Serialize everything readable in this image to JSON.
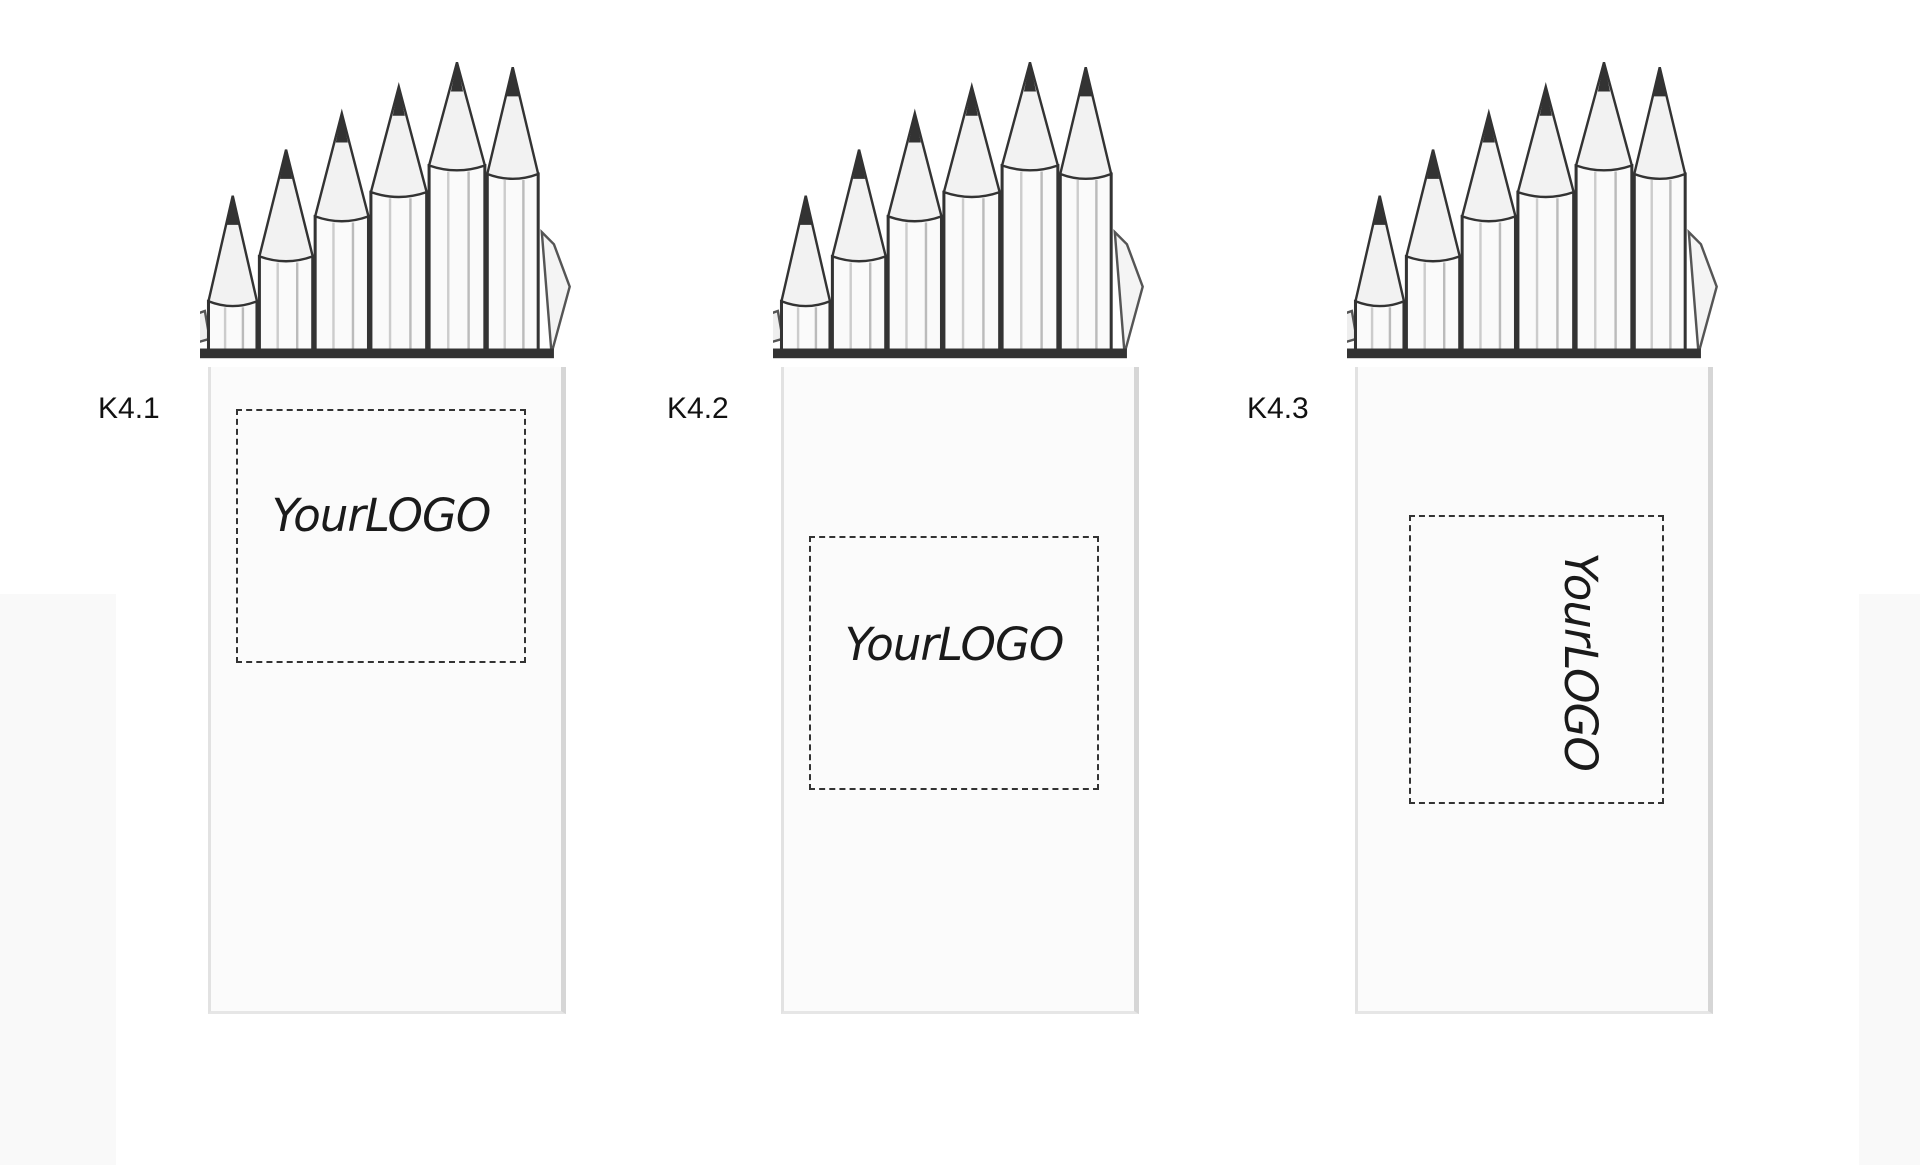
{
  "variants": [
    {
      "label": "K4.1",
      "logo_text": "YourLOGO",
      "logo_orientation": "horizontal"
    },
    {
      "label": "K4.2",
      "logo_text": "YourLOGO",
      "logo_orientation": "horizontal"
    },
    {
      "label": "K4.3",
      "logo_text": "YourLOGO",
      "logo_orientation": "vertical"
    }
  ]
}
